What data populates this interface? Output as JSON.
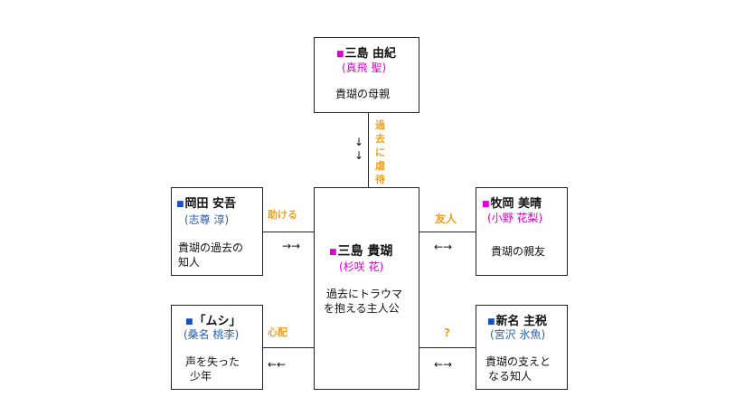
{
  "nodes": {
    "yuki": {
      "name": "三島 由紀",
      "actor": "(真飛 聖)",
      "desc": [
        "貴瑚の母親"
      ]
    },
    "kiko": {
      "name": "三島 貴瑚",
      "actor": "(杉咲 花)",
      "desc": [
        "過去にトラウマ",
        "を抱える主人公"
      ]
    },
    "okada": {
      "name": "岡田 安吾",
      "actor": "(志尊 淳)",
      "desc": [
        "貴瑚の過去の",
        "知人"
      ]
    },
    "makioka": {
      "name": "牧岡 美晴",
      "actor": "(小野 花梨)",
      "desc": [
        "貴瑚の親友"
      ]
    },
    "mushi": {
      "name": "「ムシ」",
      "actor": "(桑名 桃李)",
      "desc": [
        "声を失った",
        "少年"
      ]
    },
    "niina": {
      "name": "新名 主税",
      "actor": "(宮沢 氷魚)",
      "desc": [
        "貴瑚の支えと",
        "なる知人"
      ]
    }
  },
  "bullet_symbol": "■",
  "relations": {
    "yuki_kiko": {
      "label": "過去に虐待",
      "label_chars": [
        "過",
        "去",
        "に",
        "虐",
        "待"
      ],
      "arrow": [
        "↓",
        "↓"
      ]
    },
    "okada_kiko": {
      "label": "助ける",
      "arrow": "→→"
    },
    "makioka_kiko": {
      "label": "友人",
      "arrow": "←→"
    },
    "mushi_kiko": {
      "label": "心配",
      "arrow": "←←"
    },
    "niina_kiko": {
      "label": "?",
      "arrow": "←→"
    }
  },
  "colors": {
    "pink": "#e000d0",
    "blue": "#1f4fbf",
    "relation": "#f0a020",
    "border": "#222222"
  }
}
